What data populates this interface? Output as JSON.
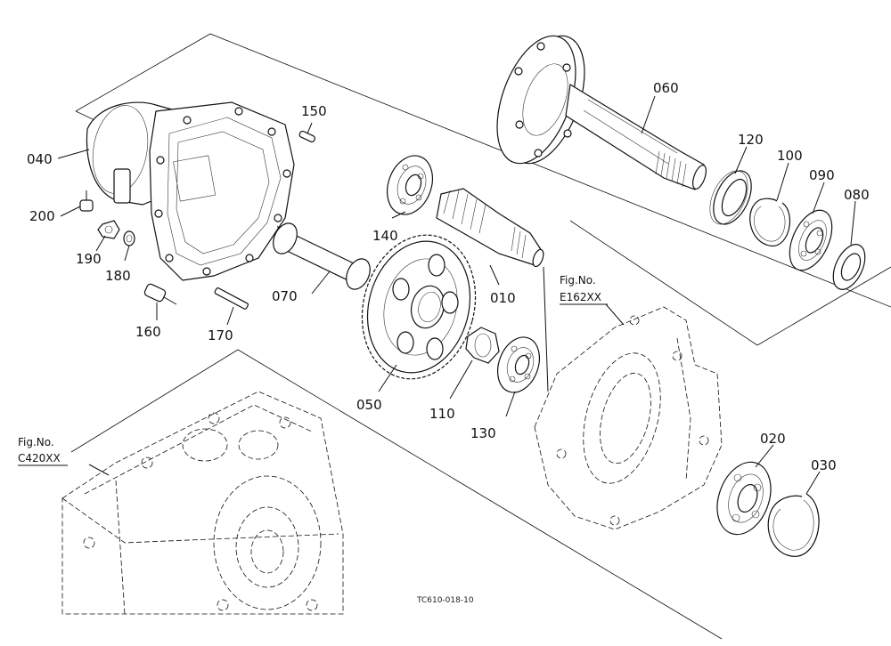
{
  "diagram": {
    "parts": [
      {
        "id": "p010",
        "number": "010"
      },
      {
        "id": "p020",
        "number": "020"
      },
      {
        "id": "p030",
        "number": "030"
      },
      {
        "id": "p040",
        "number": "040"
      },
      {
        "id": "p050",
        "number": "050"
      },
      {
        "id": "p060",
        "number": "060"
      },
      {
        "id": "p070",
        "number": "070"
      },
      {
        "id": "p080",
        "number": "080"
      },
      {
        "id": "p090",
        "number": "090"
      },
      {
        "id": "p100",
        "number": "100"
      },
      {
        "id": "p110",
        "number": "110"
      },
      {
        "id": "p120",
        "number": "120"
      },
      {
        "id": "p130",
        "number": "130"
      },
      {
        "id": "p140",
        "number": "140"
      },
      {
        "id": "p150",
        "number": "150"
      },
      {
        "id": "p160",
        "number": "160"
      },
      {
        "id": "p170",
        "number": "170"
      },
      {
        "id": "p180",
        "number": "180"
      },
      {
        "id": "p190",
        "number": "190"
      },
      {
        "id": "p200",
        "number": "200"
      }
    ],
    "references": [
      {
        "heading": "Fig.No.",
        "figure": "E162XX"
      },
      {
        "heading": "Fig.No.",
        "figure": "C420XX"
      }
    ],
    "drawing_code": "TC610-018-10"
  }
}
